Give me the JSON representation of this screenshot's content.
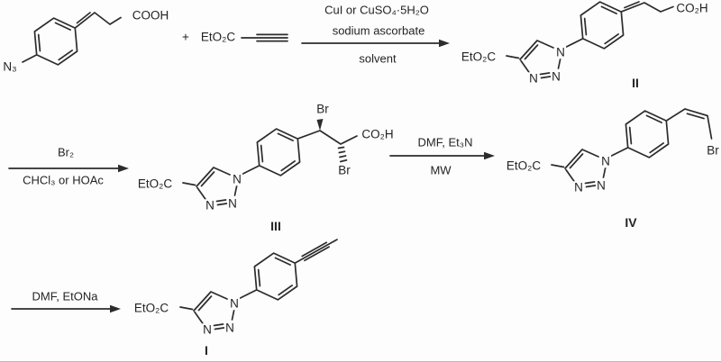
{
  "colors": {
    "ink": "#2c2c2c",
    "background": "#fdfdfd"
  },
  "operators": {
    "plus": "+"
  },
  "reagent_alkyne": {
    "ester": "EtO₂C"
  },
  "steps": {
    "step1": {
      "line1": "CuI or CuSO₄·5H₂O",
      "line2": "sodium ascorbate",
      "below": "solvent"
    },
    "step2": {
      "above": "Br₂",
      "below": "CHCl₃ or HOAc"
    },
    "step3": {
      "above": "DMF, Et₃N",
      "below": "MW"
    },
    "step4": {
      "above": "DMF, EtONa"
    }
  },
  "compounds": {
    "azidoacid": {
      "acid": "COOH",
      "azide": "N₃"
    },
    "ii": {
      "ester": "EtO₂C",
      "acid": "CO₂H",
      "n1": "N",
      "n2": "N",
      "n3": "N",
      "numeral": "II"
    },
    "iii": {
      "ester": "EtO₂C",
      "acid": "CO₂H",
      "br_wedge": "Br",
      "br_hash": "Br",
      "n1": "N",
      "n2": "N",
      "n3": "N",
      "numeral": "III"
    },
    "iv": {
      "ester": "EtO₂C",
      "br": "Br",
      "n1": "N",
      "n2": "N",
      "n3": "N",
      "numeral": "IV"
    },
    "i": {
      "ester": "EtO₂C",
      "n1": "N",
      "n2": "N",
      "n3": "N",
      "numeral": "I"
    }
  }
}
